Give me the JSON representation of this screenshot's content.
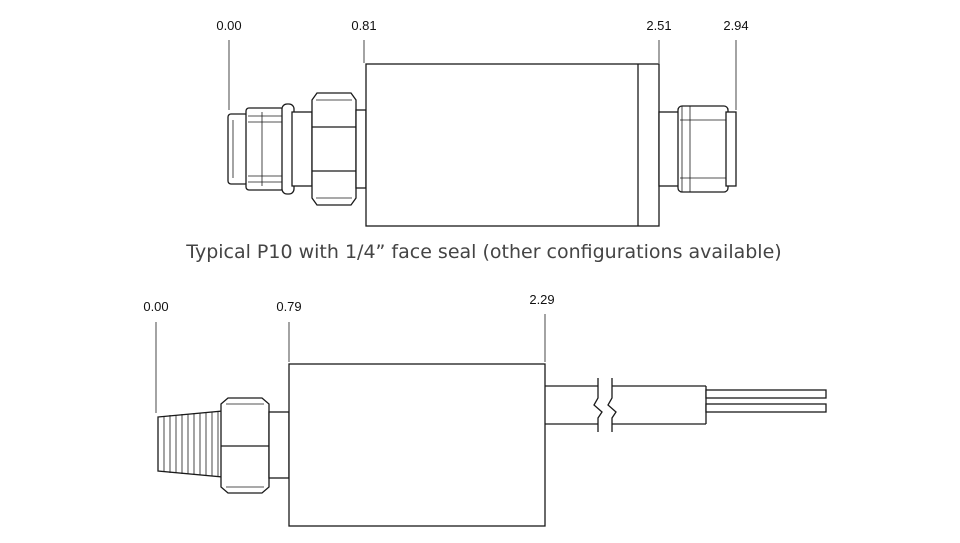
{
  "top": {
    "dimensions": [
      "0.00",
      "0.81",
      "2.51",
      "2.94"
    ],
    "caption": "Typical P10 with 1/4” face seal (other configurations available)"
  },
  "bottom": {
    "dimensions": [
      "0.00",
      "0.79",
      "2.29"
    ]
  }
}
